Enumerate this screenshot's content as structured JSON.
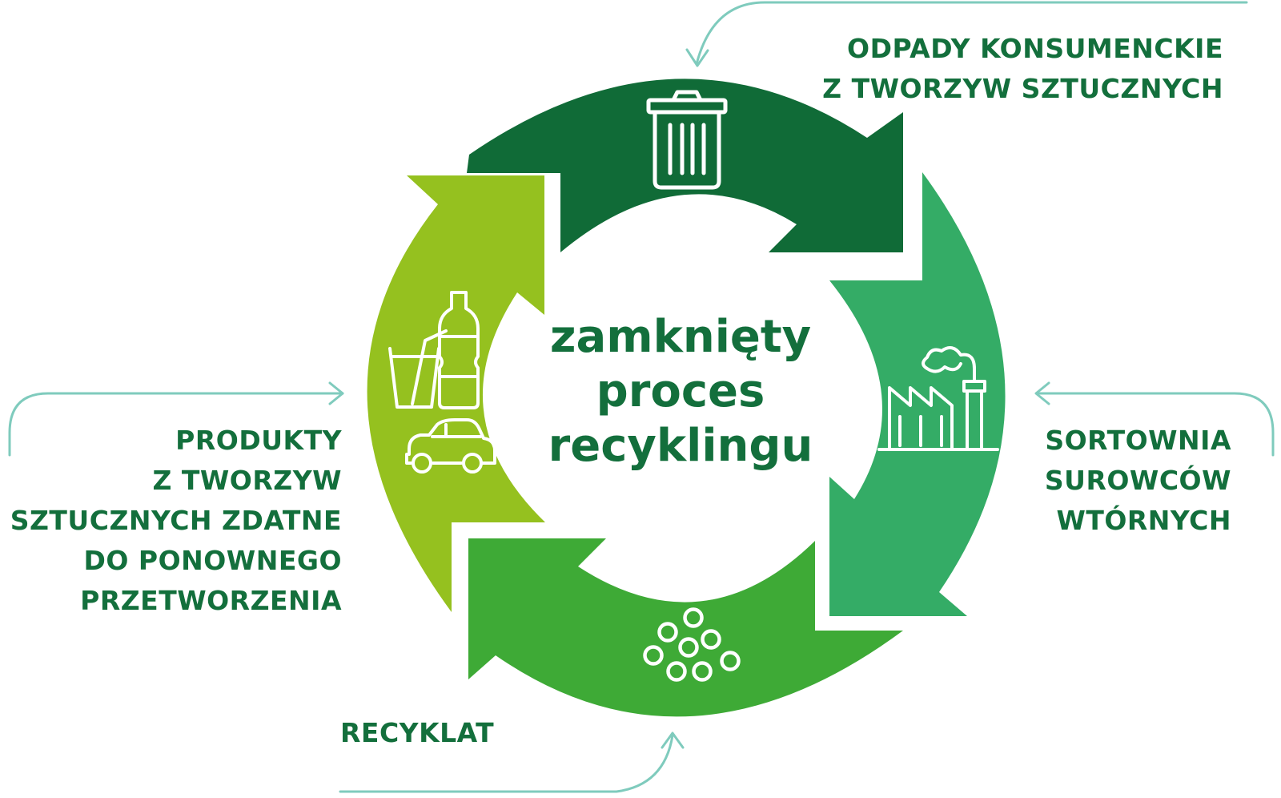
{
  "diagram": {
    "center_title_lines": [
      "zamknięty",
      "proces",
      "recyklingu"
    ],
    "stages": [
      {
        "id": "consumer-waste",
        "label_lines": [
          "ODPADY KONSUMENCKIE",
          "Z TWORZYW SZTUCZNYCH"
        ],
        "icon": "trash-bin-icon",
        "color": "#106b37"
      },
      {
        "id": "sorting",
        "label_lines": [
          "SORTOWNIA",
          "SUROWCÓW",
          "WTÓRNYCH"
        ],
        "icon": "factory-icon",
        "color": "#34ac66"
      },
      {
        "id": "recyclate",
        "label_lines": [
          "RECYKLAT"
        ],
        "icon": "pellets-icon",
        "color": "#3eaa36"
      },
      {
        "id": "products",
        "label_lines": [
          "PRODUKTY",
          "Z TWORZYW",
          "SZTUCZNYCH ZDATNE",
          "DO PONOWNEGO",
          "PRZETWORZENIA"
        ],
        "icon": "products-icon",
        "color": "#95c11f"
      }
    ],
    "colors": {
      "text": "#136f3c",
      "connector": "#7fcbbd",
      "icon_stroke": "#ffffff"
    }
  }
}
